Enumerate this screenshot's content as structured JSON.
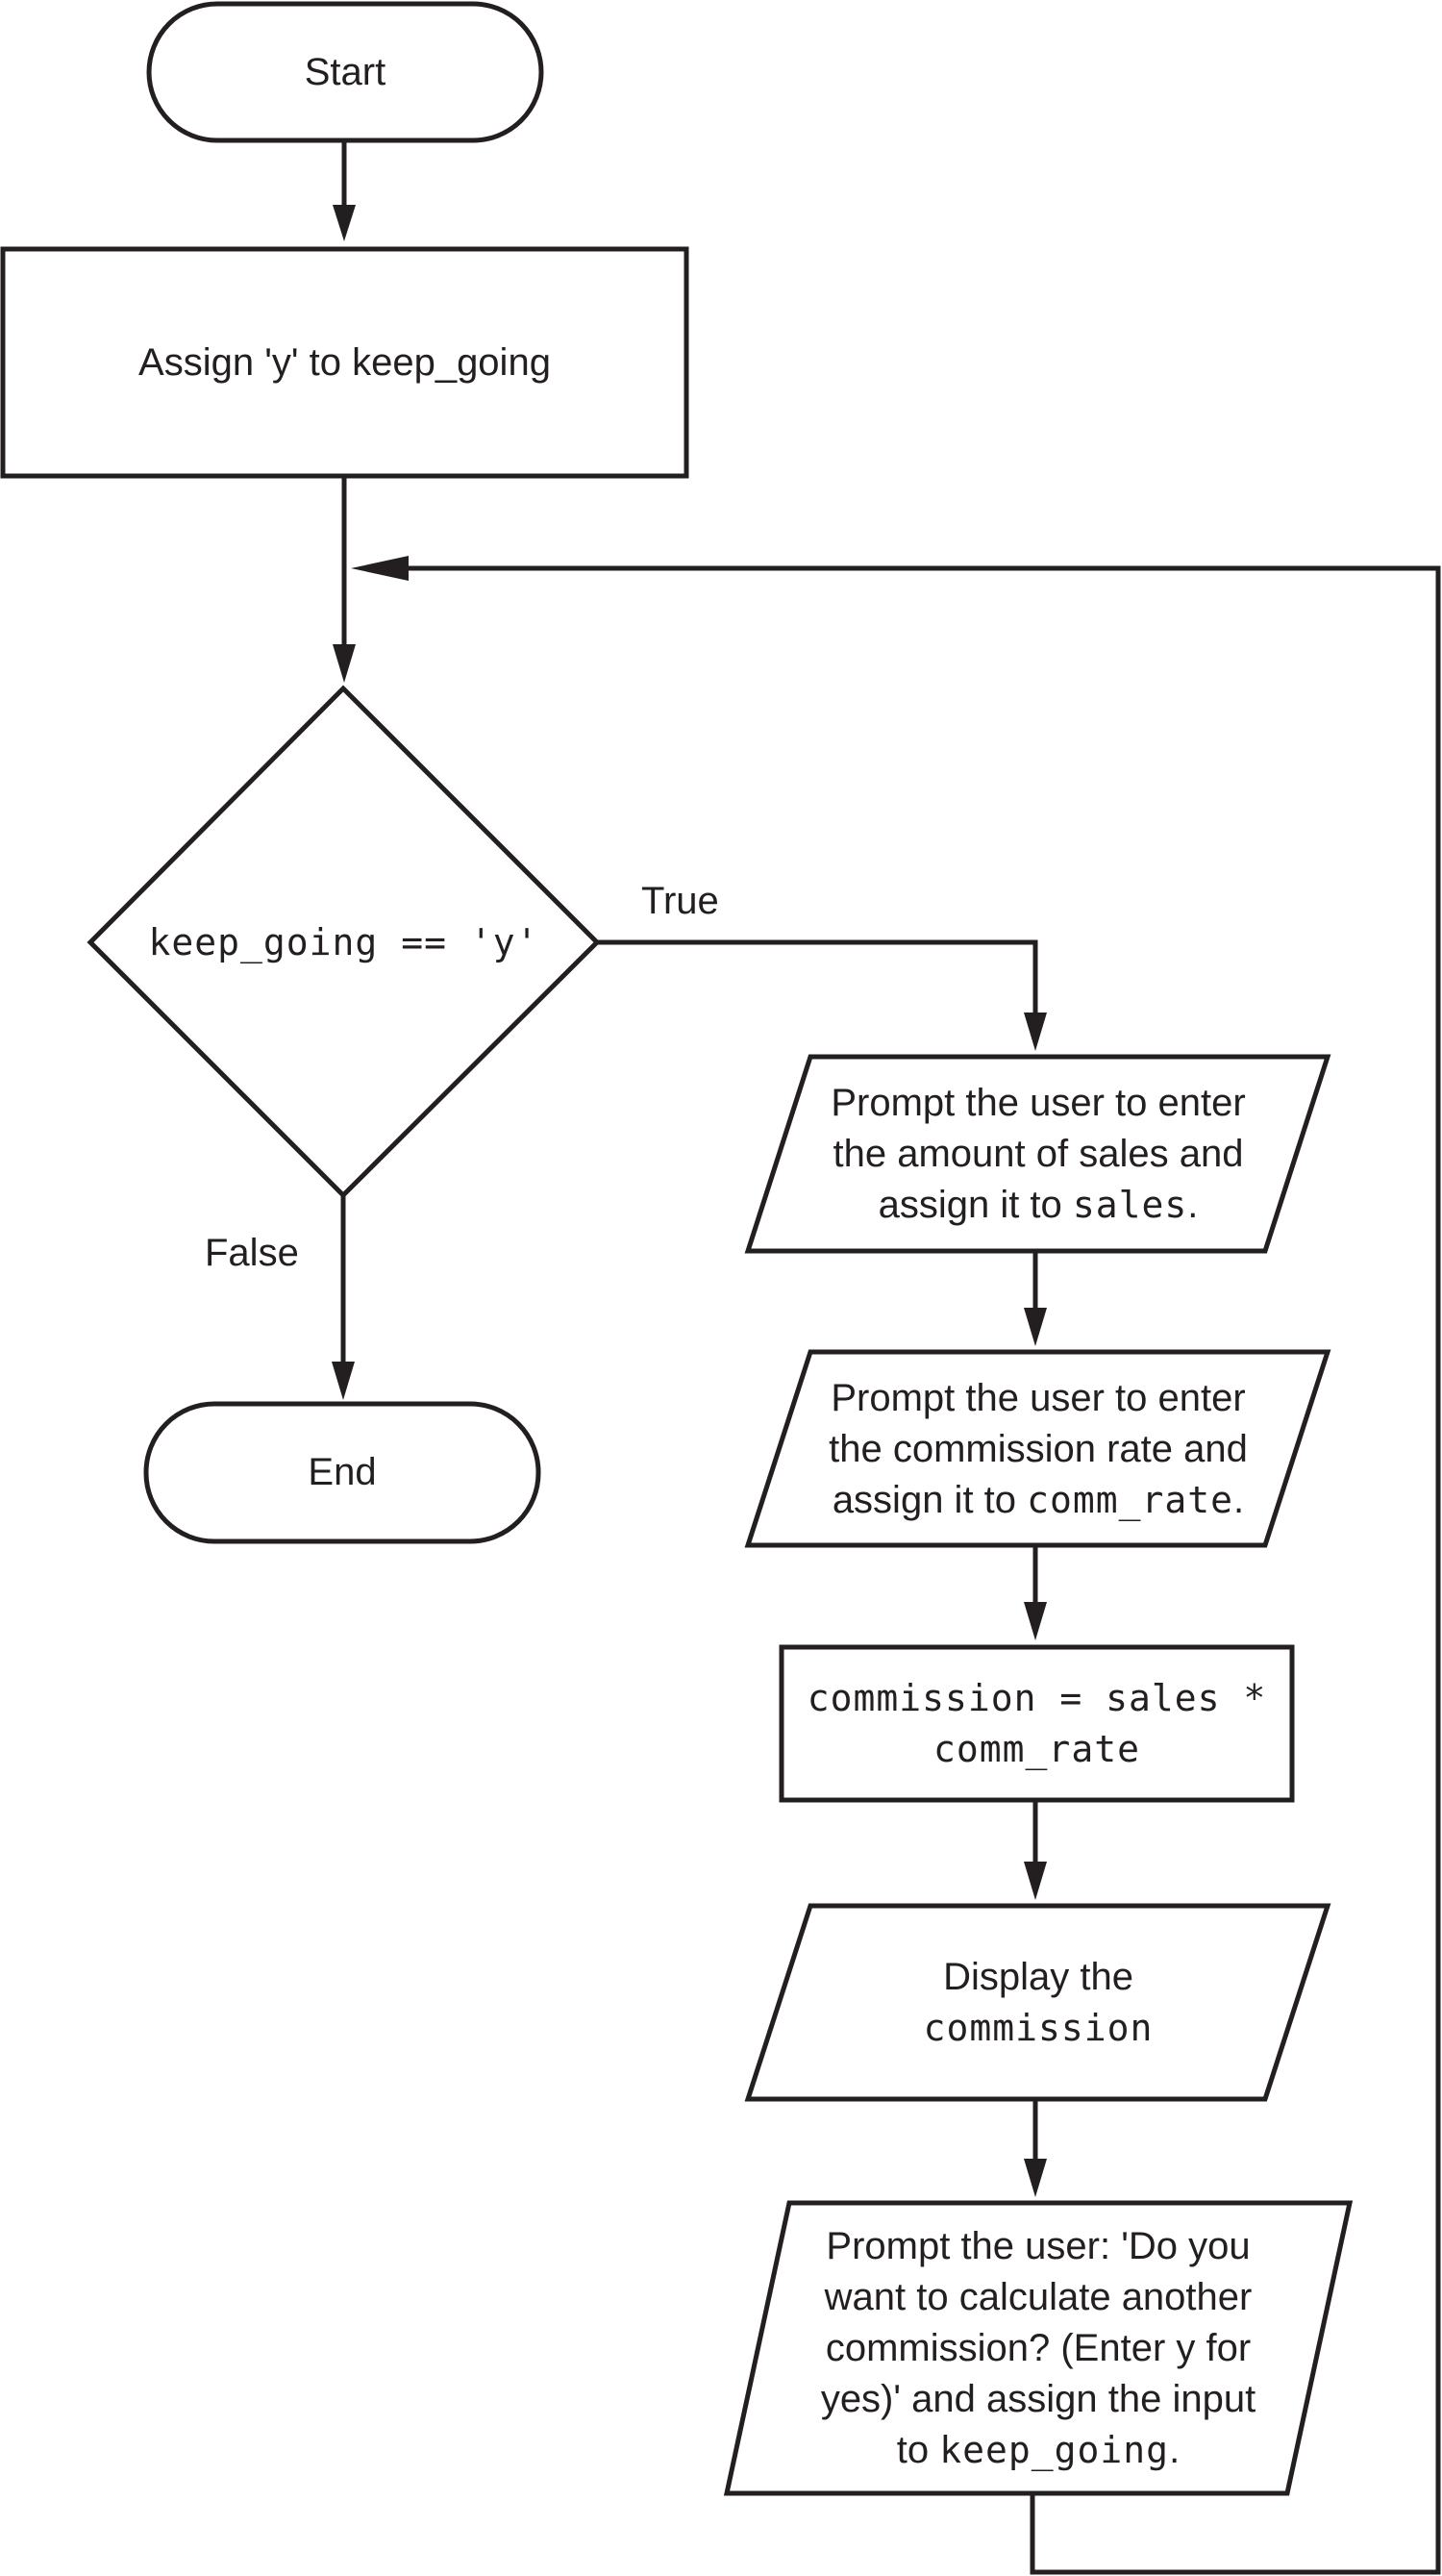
{
  "nodes": {
    "start": {
      "text": "Start"
    },
    "assign": {
      "text": "Assign 'y' to keep_going"
    },
    "decision": {
      "text": "keep_going == 'y'"
    },
    "end": {
      "text": "End"
    },
    "input_sales": {
      "line1": "Prompt the user to enter",
      "line2": "the amount of sales and",
      "line3_text": "assign it to ",
      "line3_code": "sales",
      "line3_end": "."
    },
    "input_rate": {
      "line1": "Prompt the user to enter",
      "line2": "the commission rate and",
      "line3_text": "assign it to ",
      "line3_code": "comm_rate",
      "line3_end": "."
    },
    "calc": {
      "line1": "commission = sales *",
      "line2": "comm_rate"
    },
    "display": {
      "line1": "Display the",
      "line2": "commission"
    },
    "prompt_again": {
      "line1": "Prompt the user: 'Do you",
      "line2": "want to calculate another",
      "line3": "commission? (Enter y for",
      "line4": "yes)' and assign the input",
      "line5_text": "to ",
      "line5_code": "keep_going",
      "line5_end": "."
    }
  },
  "edges": {
    "true_label": "True",
    "false_label": "False"
  }
}
